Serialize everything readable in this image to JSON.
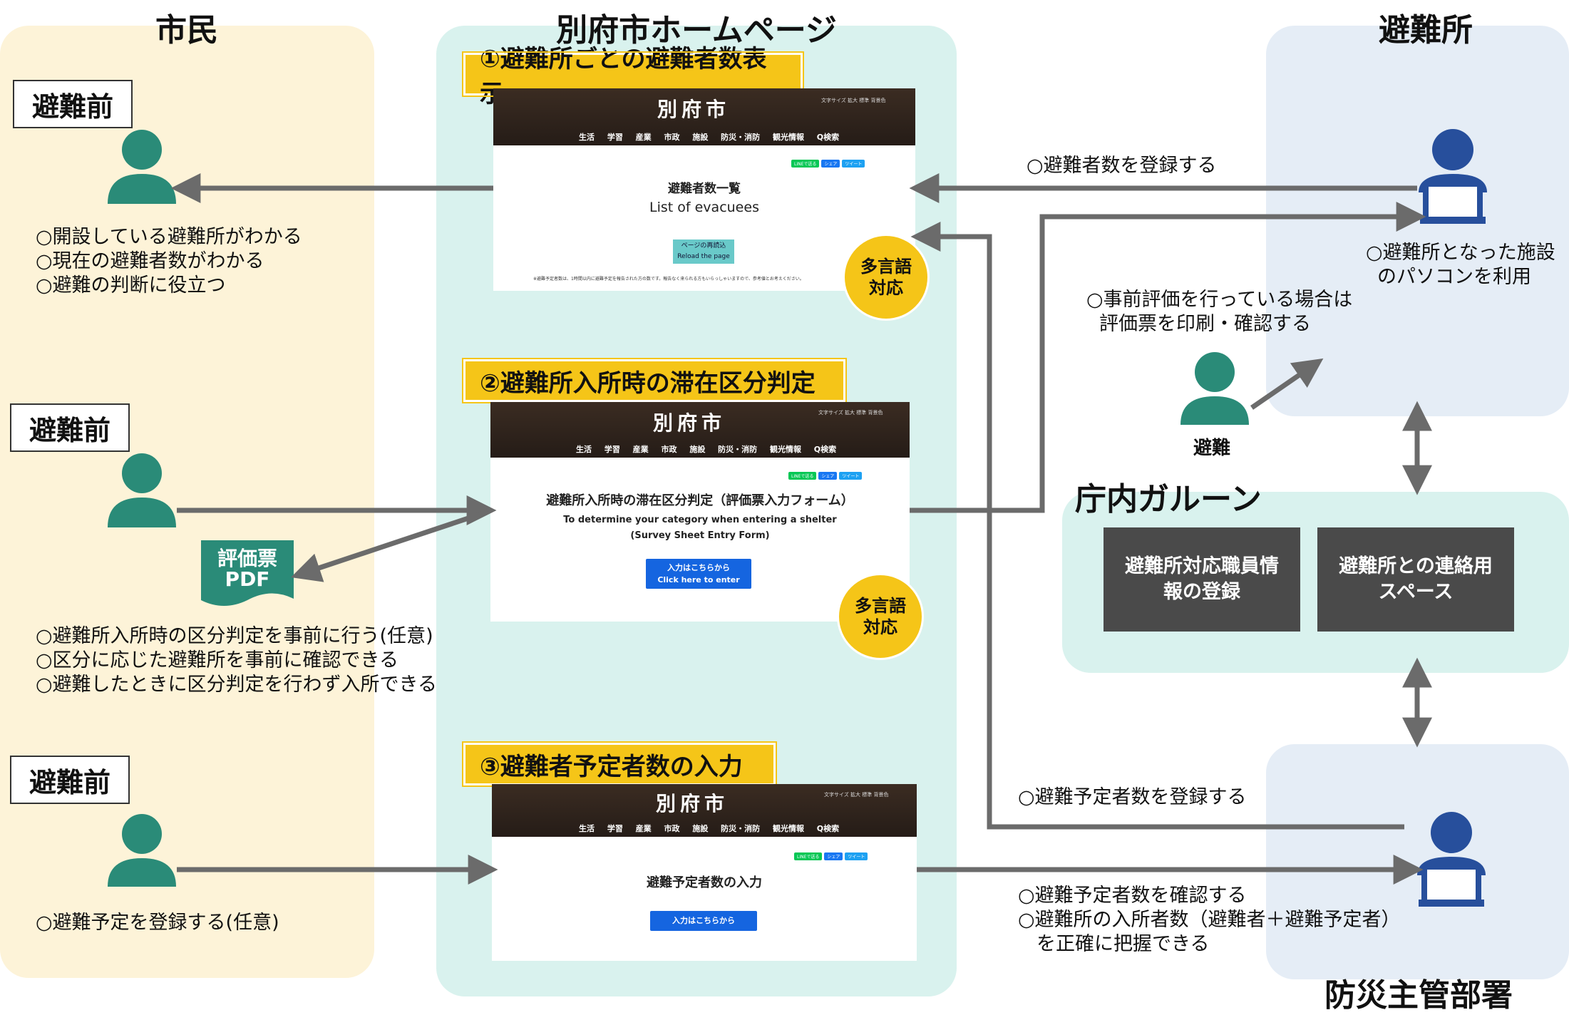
{
  "columns": {
    "citizens": "市民",
    "homepage": "別府市ホームページ",
    "shelter": "避難所",
    "office": "防災主管部署"
  },
  "citizen_rows": [
    {
      "tag": "避難前",
      "notes": [
        "○開設している避難所がわかる",
        "○現在の避難者数がわかる",
        "○避難の判断に役立つ"
      ]
    },
    {
      "tag": "避難前",
      "notes": [
        "○避難所入所時の区分判定を事前に行う(任意)",
        "○区分に応じた避難所を事前に確認できる",
        "○避難したときに区分判定を行わず入所できる"
      ]
    },
    {
      "tag": "避難前",
      "notes": [
        "○避難予定を登録する(任意)"
      ]
    }
  ],
  "pdf_doc": {
    "line1": "評価票",
    "line2": "PDF"
  },
  "features": [
    {
      "tag": "①避難所ごとの避難者数表示",
      "logo": "別府市",
      "top_text": "文字サイズ 拡大 標準  背景色",
      "nav": "生活 学習 産業 市政 施設 防災・消防 観光情報 Q検索",
      "share": [
        "LINEで送る",
        "シェア",
        "ツイート"
      ],
      "title_ja": "避難者数一覧",
      "title_en": "List of evacuees",
      "button": [
        "ページの再読込",
        "Reload the page"
      ],
      "footnote": "※避難予定者数は、1時間以内に避難予定を報告された方の数です。報告なく来られる方もいらっしゃいますので、参考値とお考えください。",
      "badge": [
        "多言語",
        "対応"
      ]
    },
    {
      "tag": "②避難所入所時の滞在区分判定",
      "logo": "別府市",
      "top_text": "文字サイズ 拡大 標準  背景色",
      "nav": "生活 学習 産業 市政 施設 防災・消防 観光情報 Q検索",
      "share": [
        "LINEで送る",
        "シェア",
        "ツイート"
      ],
      "title_ja": "避難所入所時の滞在区分判定（評価票入力フォーム）",
      "title_en": "To determine your category when entering a shelter",
      "title_en2": "(Survey Sheet Entry Form)",
      "button": [
        "入力はこちらから",
        "Click here to enter"
      ],
      "badge": [
        "多言語",
        "対応"
      ]
    },
    {
      "tag": "③避難者予定者数の入力",
      "logo": "別府市",
      "top_text": "文字サイズ 拡大 標準  背景色",
      "nav": "生活 学習 産業 市政 施設 防災・消防 観光情報 Q検索",
      "share": [
        "LINEで送る",
        "シェア",
        "ツイート"
      ],
      "title_ja": "避難予定者数の入力",
      "button": [
        "入力はこちらから"
      ]
    }
  ],
  "shelter_side": {
    "register_label": "○避難者数を登録する",
    "pc_note": [
      "○避難所となった施設",
      "のパソコンを利用"
    ],
    "eval_note": [
      "○事前評価を行っている場合は",
      "評価票を印刷・確認する"
    ],
    "evacuee_label": "避難"
  },
  "garoon": {
    "title": "庁内ガルーン",
    "boxes": [
      [
        "避難所対応職員情",
        "報の登録"
      ],
      [
        "避難所との連絡用",
        "スペース"
      ]
    ]
  },
  "office_side": {
    "register_label": "○避難予定者数を登録する",
    "notes": [
      "○避難予定者数を確認する",
      "○避難所の入所者数（避難者＋避難予定者）",
      "を正確に把握できる"
    ]
  },
  "colors": {
    "citizen_bg": "#fdf3d8",
    "homepage_bg": "#d9f2ee",
    "shelter_bg": "#e5edf6",
    "teal_person": "#2a8b78",
    "blue_person": "#274f9c",
    "yellow": "#f5c518",
    "arrow": "#6b6b6b"
  }
}
